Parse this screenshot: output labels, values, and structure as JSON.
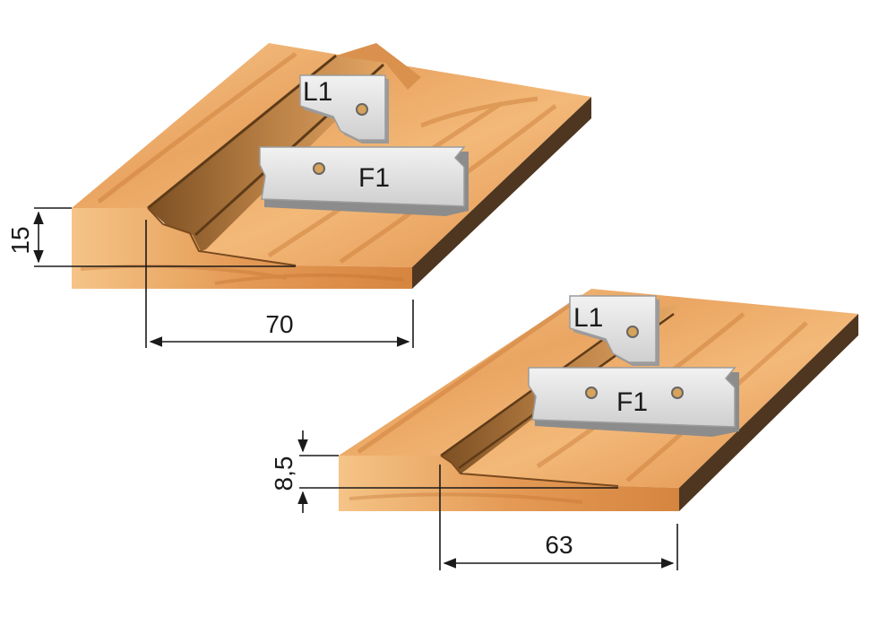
{
  "colors": {
    "wood_top_light": "#f2b777",
    "wood_top_mid": "#e59a55",
    "wood_front": "#d98a48",
    "wood_side": "#5a4026",
    "wood_groove_dark": "#8a5a2a",
    "knife_face": "#dcdcdc",
    "knife_shadow": "#8f8f8f",
    "dimension_line": "#1a1a1a"
  },
  "board1": {
    "knife_small": "L1",
    "knife_large": "F1",
    "dim_height": "15",
    "dim_width": "70"
  },
  "board2": {
    "knife_small": "L1",
    "knife_large": "F1",
    "dim_height": "8,5",
    "dim_width": "63"
  }
}
